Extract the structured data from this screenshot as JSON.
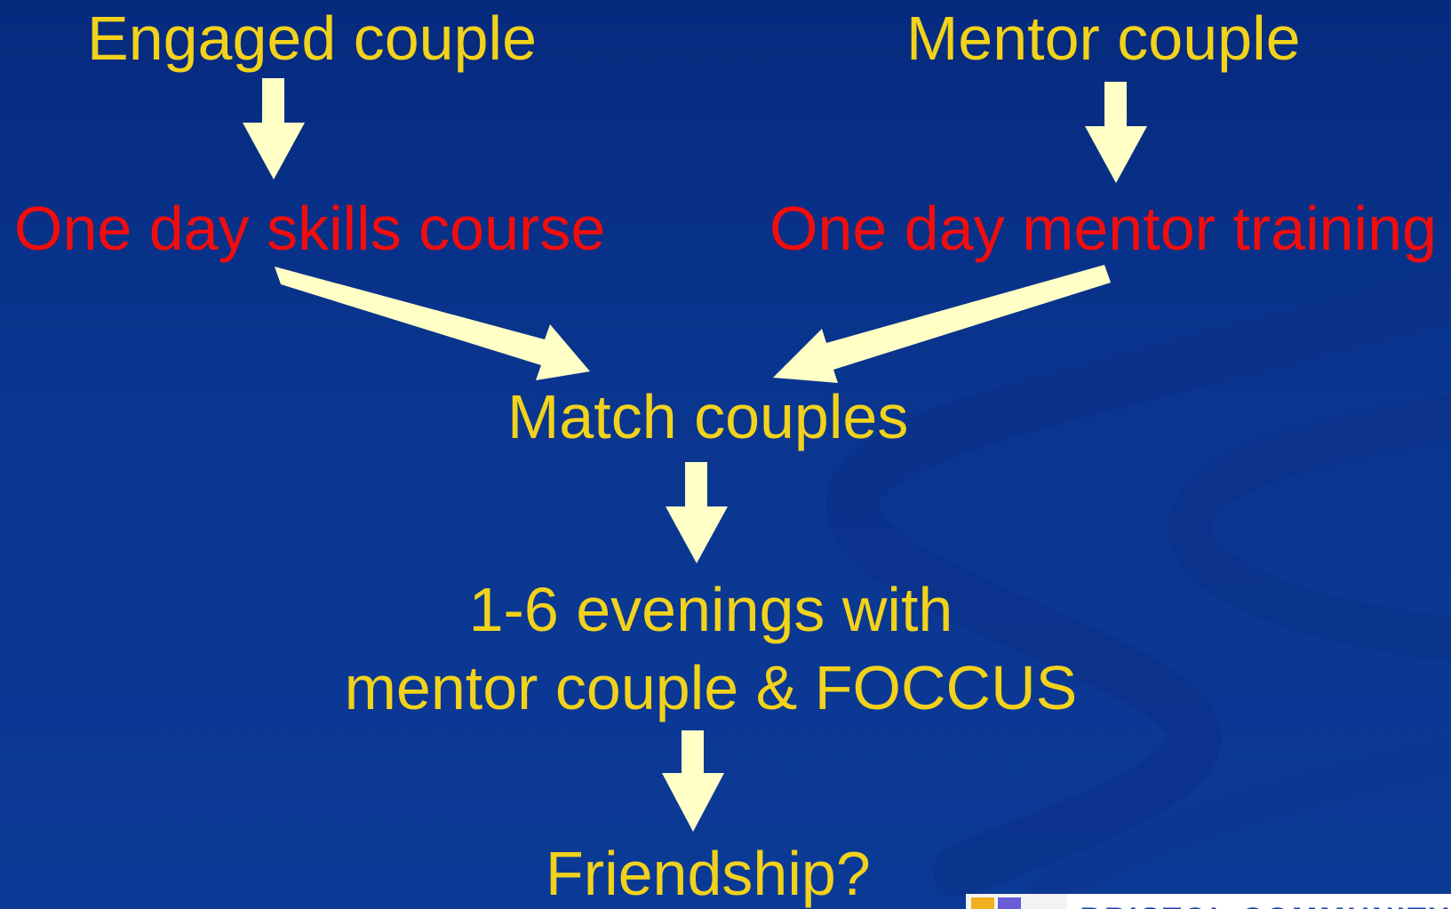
{
  "nodes": {
    "engaged_couple": "Engaged couple",
    "mentor_couple": "Mentor couple",
    "skills_course": "One day skills course",
    "mentor_training": "One day mentor training",
    "match_couples": "Match couples",
    "evenings_line1": "1-6 evenings with",
    "evenings_line2": "mentor couple & FOCCUS",
    "friendship": "Friendship?"
  },
  "logo": {
    "text": "BRISTOL COMMUNITY"
  },
  "colors": {
    "background": "#0A3690",
    "label_yellow": "#F2D21A",
    "label_red": "#F20D0D",
    "arrow_fill": "#FFFFC6"
  }
}
